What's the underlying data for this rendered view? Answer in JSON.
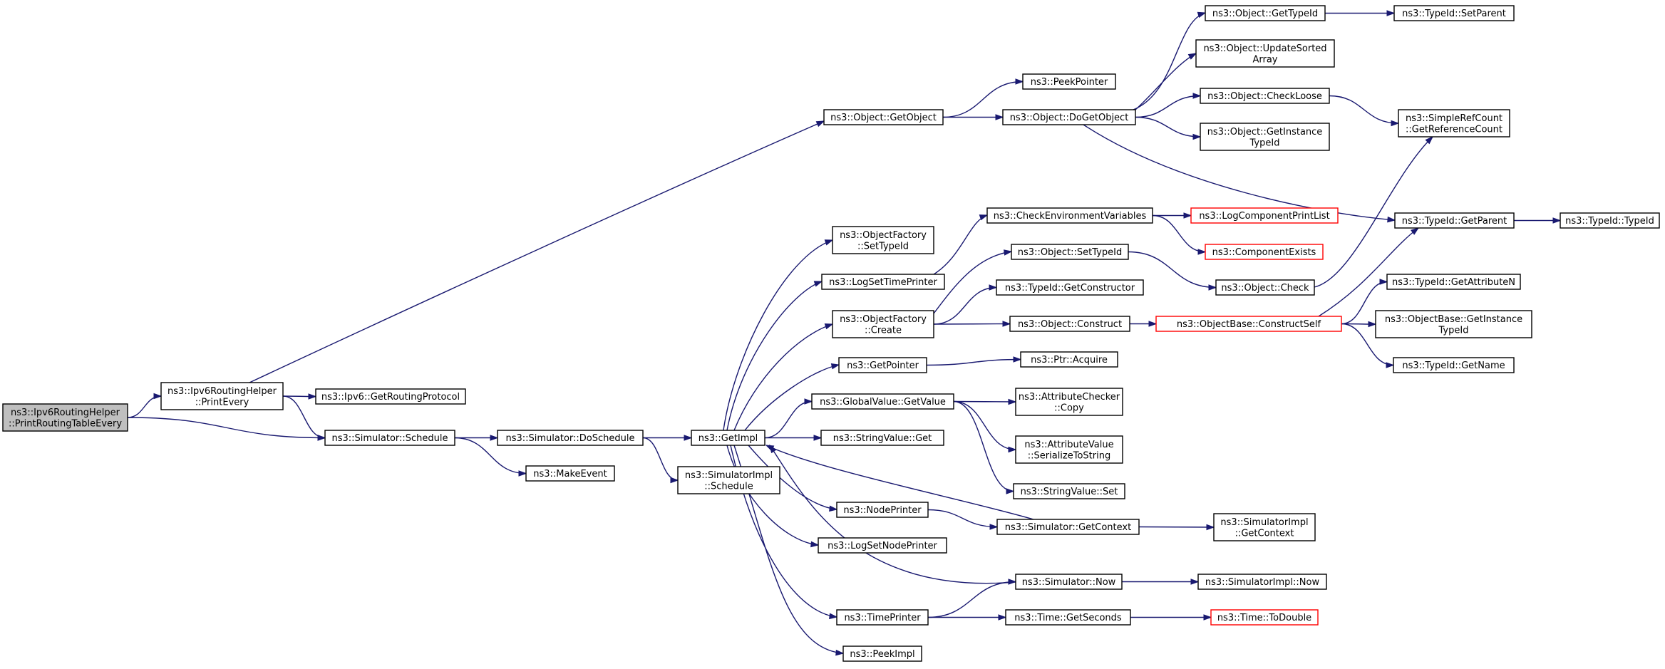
{
  "graph": {
    "nodes": [
      {
        "id": "root",
        "lines": [
          "ns3::Ipv6RoutingHelper",
          "::PrintRoutingTableEvery"
        ],
        "style": "root"
      },
      {
        "id": "printEvery",
        "lines": [
          "ns3::Ipv6RoutingHelper",
          "::PrintEvery"
        ]
      },
      {
        "id": "getRoutingProtocol",
        "lines": [
          "ns3::Ipv6::GetRoutingProtocol"
        ]
      },
      {
        "id": "schedule",
        "lines": [
          "ns3::Simulator::Schedule"
        ]
      },
      {
        "id": "doSchedule",
        "lines": [
          "ns3::Simulator::DoSchedule"
        ]
      },
      {
        "id": "makeEvent",
        "lines": [
          "ns3::MakeEvent"
        ]
      },
      {
        "id": "getImpl",
        "lines": [
          "ns3::GetImpl"
        ]
      },
      {
        "id": "simImplSchedule",
        "lines": [
          "ns3::SimulatorImpl",
          "::Schedule"
        ]
      },
      {
        "id": "objGetObject",
        "lines": [
          "ns3::Object::GetObject"
        ]
      },
      {
        "id": "peekPointer",
        "lines": [
          "ns3::PeekPointer"
        ]
      },
      {
        "id": "doGetObject",
        "lines": [
          "ns3::Object::DoGetObject"
        ]
      },
      {
        "id": "objGetTypeId",
        "lines": [
          "ns3::Object::GetTypeId"
        ]
      },
      {
        "id": "typeIdSetParent",
        "lines": [
          "ns3::TypeId::SetParent"
        ]
      },
      {
        "id": "updateSorted",
        "lines": [
          "ns3::Object::UpdateSorted",
          "Array"
        ]
      },
      {
        "id": "checkLoose",
        "lines": [
          "ns3::Object::CheckLoose"
        ]
      },
      {
        "id": "simpleRefCount",
        "lines": [
          "ns3::SimpleRefCount",
          "::GetReferenceCount"
        ]
      },
      {
        "id": "getInstanceTypeId",
        "lines": [
          "ns3::Object::GetInstance",
          "TypeId"
        ]
      },
      {
        "id": "typeIdGetParent",
        "lines": [
          "ns3::TypeId::GetParent"
        ]
      },
      {
        "id": "typeIdTypeId",
        "lines": [
          "ns3::TypeId::TypeId"
        ]
      },
      {
        "id": "objFactorySetTypeId",
        "lines": [
          "ns3::ObjectFactory",
          "::SetTypeId"
        ]
      },
      {
        "id": "checkEnv",
        "lines": [
          "ns3::CheckEnvironmentVariables"
        ]
      },
      {
        "id": "logCompPrintList",
        "lines": [
          "ns3::LogComponentPrintList"
        ],
        "style": "red"
      },
      {
        "id": "componentExists",
        "lines": [
          "ns3::ComponentExists"
        ],
        "style": "red"
      },
      {
        "id": "logSetTimePrinter",
        "lines": [
          "ns3::LogSetTimePrinter"
        ]
      },
      {
        "id": "objectSetTypeId",
        "lines": [
          "ns3::Object::SetTypeId"
        ]
      },
      {
        "id": "objectCheck",
        "lines": [
          "ns3::Object::Check"
        ]
      },
      {
        "id": "typeIdGetConstructor",
        "lines": [
          "ns3::TypeId::GetConstructor"
        ]
      },
      {
        "id": "objFactoryCreate",
        "lines": [
          "ns3::ObjectFactory",
          "::Create"
        ]
      },
      {
        "id": "objectConstruct",
        "lines": [
          "ns3::Object::Construct"
        ]
      },
      {
        "id": "constructSelf",
        "lines": [
          "ns3::ObjectBase::ConstructSelf"
        ],
        "style": "red"
      },
      {
        "id": "getAttributeN",
        "lines": [
          "ns3::TypeId::GetAttributeN"
        ]
      },
      {
        "id": "objBaseGetInstance",
        "lines": [
          "ns3::ObjectBase::GetInstance",
          "TypeId"
        ]
      },
      {
        "id": "typeIdGetName",
        "lines": [
          "ns3::TypeId::GetName"
        ]
      },
      {
        "id": "getPointer",
        "lines": [
          "ns3::GetPointer"
        ]
      },
      {
        "id": "ptrAcquire",
        "lines": [
          "ns3::Ptr::Acquire"
        ]
      },
      {
        "id": "globalGetValue",
        "lines": [
          "ns3::GlobalValue::GetValue"
        ]
      },
      {
        "id": "attrCheckerCopy",
        "lines": [
          "ns3::AttributeChecker",
          "::Copy"
        ]
      },
      {
        "id": "attrValueSerialize",
        "lines": [
          "ns3::AttributeValue",
          "::SerializeToString"
        ]
      },
      {
        "id": "stringValueGet",
        "lines": [
          "ns3::StringValue::Get"
        ]
      },
      {
        "id": "stringValueSet",
        "lines": [
          "ns3::StringValue::Set"
        ]
      },
      {
        "id": "nodePrinter",
        "lines": [
          "ns3::NodePrinter"
        ]
      },
      {
        "id": "simGetContext",
        "lines": [
          "ns3::Simulator::GetContext"
        ]
      },
      {
        "id": "simImplGetContext",
        "lines": [
          "ns3::SimulatorImpl",
          "::GetContext"
        ]
      },
      {
        "id": "logSetNodePrinter",
        "lines": [
          "ns3::LogSetNodePrinter"
        ]
      },
      {
        "id": "simNow",
        "lines": [
          "ns3::Simulator::Now"
        ]
      },
      {
        "id": "simImplNow",
        "lines": [
          "ns3::SimulatorImpl::Now"
        ]
      },
      {
        "id": "timePrinter",
        "lines": [
          "ns3::TimePrinter"
        ]
      },
      {
        "id": "timeGetSeconds",
        "lines": [
          "ns3::Time::GetSeconds"
        ]
      },
      {
        "id": "timeToDouble",
        "lines": [
          "ns3::Time::ToDouble"
        ],
        "style": "red"
      },
      {
        "id": "peekImpl",
        "lines": [
          "ns3::PeekImpl"
        ]
      }
    ],
    "edges": [
      [
        "root",
        "printEvery"
      ],
      [
        "root",
        "schedule"
      ],
      [
        "printEvery",
        "objGetObject"
      ],
      [
        "printEvery",
        "getRoutingProtocol"
      ],
      [
        "printEvery",
        "schedule"
      ],
      [
        "schedule",
        "doSchedule"
      ],
      [
        "schedule",
        "makeEvent"
      ],
      [
        "doSchedule",
        "getImpl"
      ],
      [
        "doSchedule",
        "simImplSchedule"
      ],
      [
        "objGetObject",
        "peekPointer"
      ],
      [
        "objGetObject",
        "doGetObject"
      ],
      [
        "doGetObject",
        "objGetTypeId"
      ],
      [
        "doGetObject",
        "updateSorted"
      ],
      [
        "doGetObject",
        "checkLoose"
      ],
      [
        "doGetObject",
        "getInstanceTypeId"
      ],
      [
        "doGetObject",
        "typeIdGetParent"
      ],
      [
        "objGetTypeId",
        "typeIdSetParent"
      ],
      [
        "checkLoose",
        "simpleRefCount"
      ],
      [
        "typeIdGetParent",
        "typeIdTypeId"
      ],
      [
        "getImpl",
        "objFactorySetTypeId"
      ],
      [
        "getImpl",
        "logSetTimePrinter"
      ],
      [
        "getImpl",
        "objFactoryCreate"
      ],
      [
        "getImpl",
        "getPointer"
      ],
      [
        "getImpl",
        "globalGetValue"
      ],
      [
        "getImpl",
        "stringValueGet"
      ],
      [
        "getImpl",
        "nodePrinter"
      ],
      [
        "getImpl",
        "logSetNodePrinter"
      ],
      [
        "getImpl",
        "timePrinter"
      ],
      [
        "getImpl",
        "peekImpl"
      ],
      [
        "logSetTimePrinter",
        "checkEnv"
      ],
      [
        "checkEnv",
        "logCompPrintList"
      ],
      [
        "checkEnv",
        "componentExists"
      ],
      [
        "objFactoryCreate",
        "objectSetTypeId"
      ],
      [
        "objFactoryCreate",
        "typeIdGetConstructor"
      ],
      [
        "objFactoryCreate",
        "objectConstruct"
      ],
      [
        "objectSetTypeId",
        "objectCheck"
      ],
      [
        "objectCheck",
        "simpleRefCount"
      ],
      [
        "objectConstruct",
        "constructSelf"
      ],
      [
        "constructSelf",
        "typeIdGetParent"
      ],
      [
        "constructSelf",
        "getAttributeN"
      ],
      [
        "constructSelf",
        "objBaseGetInstance"
      ],
      [
        "constructSelf",
        "typeIdGetName"
      ],
      [
        "getPointer",
        "ptrAcquire"
      ],
      [
        "globalGetValue",
        "attrCheckerCopy"
      ],
      [
        "globalGetValue",
        "attrValueSerialize"
      ],
      [
        "globalGetValue",
        "stringValueSet"
      ],
      [
        "nodePrinter",
        "simGetContext"
      ],
      [
        "simGetContext",
        "getImpl"
      ],
      [
        "simGetContext",
        "simImplGetContext"
      ],
      [
        "simNow",
        "getImpl"
      ],
      [
        "simNow",
        "simImplNow"
      ],
      [
        "timePrinter",
        "simNow"
      ],
      [
        "timePrinter",
        "timeGetSeconds"
      ],
      [
        "timeGetSeconds",
        "timeToDouble"
      ]
    ]
  }
}
